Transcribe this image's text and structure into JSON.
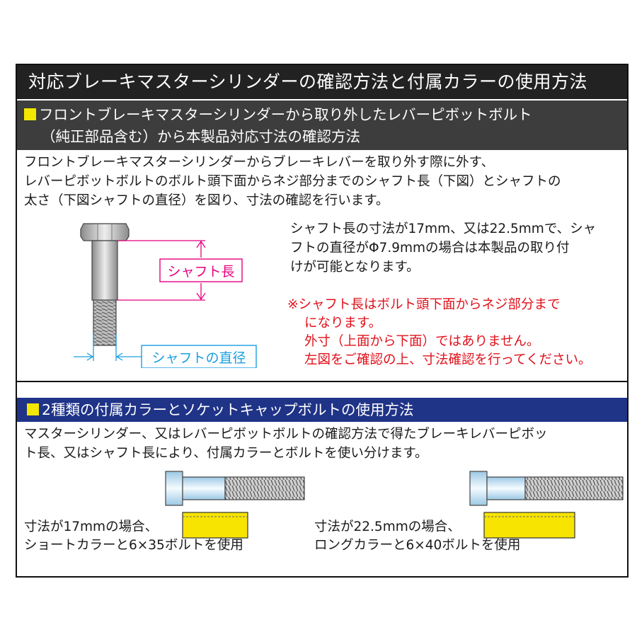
{
  "title": "対応ブレーキマスターシリンダーの確認方法と付属カラーの使用方法",
  "section1": {
    "heading_line1": "フロントブレーキマスターシリンダーから取り外したレバーピボットボルト",
    "heading_line2": "（純正部品含む）から本製品対応寸法の確認方法",
    "body": [
      "フロントブレーキマスターシリンダーからブレーキレバーを取り外す際に外す、",
      "レバーピボットボルトのボルト頭下面からネジ部分までのシャフト長（下図）とシャフトの",
      "太さ（下図シャフトの直径）を図り、寸法の確認を行います。"
    ],
    "diagram": {
      "shaft_length_label": "シャフト長",
      "shaft_diameter_label": "シャフトの直径"
    },
    "description": [
      "シャフト長の寸法が17mm、又は22.5mmで、シャ",
      "フトの直径がΦ7.9mmの場合は本製品の取り付",
      "けが可能となります。"
    ],
    "note": [
      "※シャフト長はボルト頭下面からネジ部分まで",
      "になります。",
      "外寸（上面から下面）ではありません。",
      "左図をご確認の上、寸法確認を行ってください。"
    ]
  },
  "section2": {
    "heading": "2種類の付属カラーとソケットキャップボルトの使用方法",
    "body": [
      "マスターシリンダー、又はレバーピボットボルトの確認方法で得たブレーキレバーピボッ",
      "ト長、又はシャフト長により、付属カラーとボルトを使い分けます。"
    ],
    "left": {
      "line1": "寸法が17mmの場合、",
      "line2": "ショートカラーと6×35ボルトを使用"
    },
    "right": {
      "line1": "寸法が22.5mmの場合、",
      "line2": "ロングカラーと6×40ボルトを使用"
    }
  },
  "colors": {
    "title_bg": "#222222",
    "section1_bg": "#3c3d3c",
    "section2_bg": "#1f3387",
    "marker_yellow": "#f3e600",
    "note_red": "#e0111b",
    "dim_magenta": "#e6007e",
    "dim_cyan": "#1aa0e0",
    "collar_yellow": "#f7e400"
  }
}
